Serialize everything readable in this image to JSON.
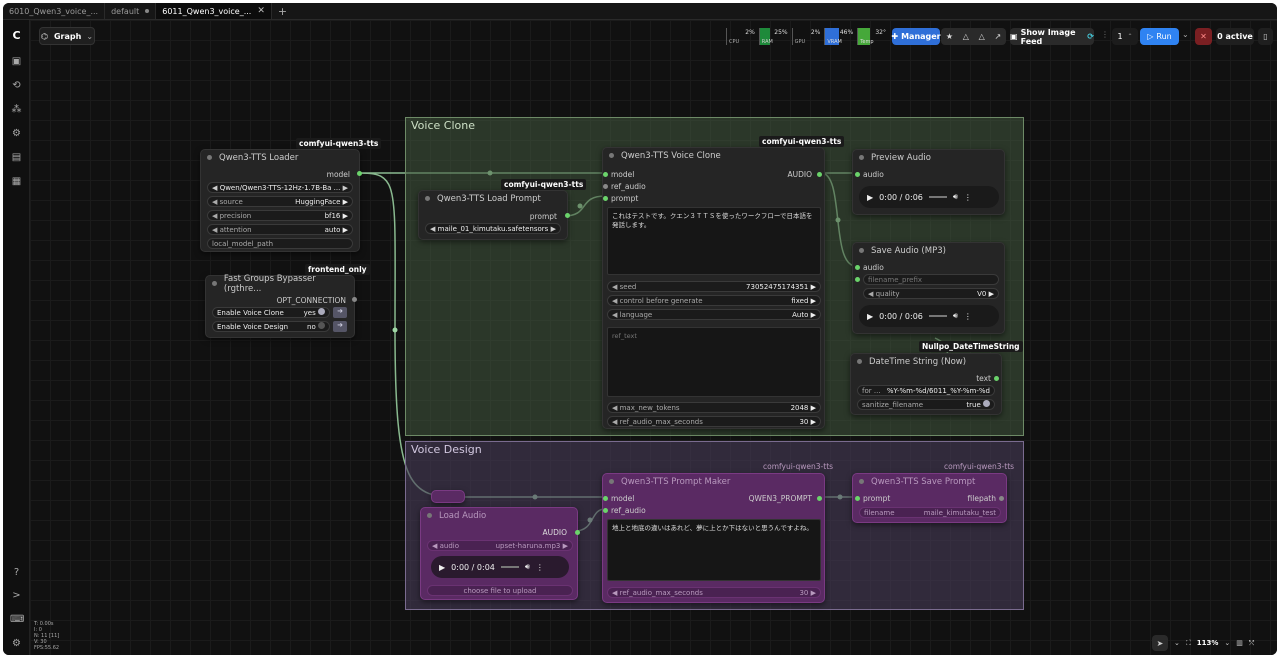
{
  "tabs": [
    {
      "label": "6010_Qwen3_voice_..."
    },
    {
      "label": "default"
    },
    {
      "label": "6011_Qwen3_voice_..."
    }
  ],
  "toolbar": {
    "graph_label": "Graph",
    "stats": [
      {
        "pct": "2%",
        "name": "CPU"
      },
      {
        "pct": "25%",
        "name": "RAM"
      },
      {
        "pct": "2%",
        "name": "GPU"
      },
      {
        "pct": "46%",
        "name": "VRAM"
      },
      {
        "pct": "32°",
        "name": "Temp"
      }
    ],
    "manager_label": "Manager",
    "image_feed_label": "Show Image Feed",
    "batch_value": "1",
    "run_label": "Run",
    "active_label": "0 active"
  },
  "colors": {
    "accent": "#2f83f2",
    "link": "#9fd7a5",
    "group_clone": "#3a4a36",
    "group_design": "#3d3448",
    "purple_node": "#5a2a63"
  },
  "groups": {
    "clone_title": "Voice Clone",
    "design_title": "Voice Design"
  },
  "nodes": {
    "loader": {
      "badge": "comfyui-qwen3-tts",
      "title": "Qwen3-TTS Loader",
      "output": "model",
      "model_value": "Qwen/Qwen3-TTS-12Hz-1.7B-Ba ...",
      "widgets": [
        {
          "label": "source",
          "value": "HuggingFace"
        },
        {
          "label": "precision",
          "value": "bf16"
        },
        {
          "label": "attention",
          "value": "auto"
        }
      ],
      "path_placeholder": "local_model_path"
    },
    "bypasser": {
      "badge": "frontend_only",
      "title": "Fast Groups Bypasser (rgthre...",
      "output": "OPT_CONNECTION",
      "rows": [
        {
          "label": "Enable Voice Clone",
          "value": "yes"
        },
        {
          "label": "Enable Voice Design",
          "value": "no"
        }
      ]
    },
    "load_prompt": {
      "badge": "comfyui-qwen3-tts",
      "title": "Qwen3-TTS Load Prompt",
      "output": "prompt",
      "file": "maile_01_kimutaku.safetensors"
    },
    "voice_clone": {
      "badge": "comfyui-qwen3-tts",
      "title": "Qwen3-TTS Voice Clone",
      "inputs": [
        "model",
        "ref_audio",
        "prompt"
      ],
      "output": "AUDIO",
      "text": "これはテストです。クエン３ＴＴＳを使ったワークフローで日本語を発話します。",
      "widgets": [
        {
          "label": "seed",
          "value": "73052475174351"
        },
        {
          "label": "control before generate",
          "value": "fixed"
        },
        {
          "label": "language",
          "value": "Auto"
        }
      ],
      "ref_text_placeholder": "ref_text",
      "widgets2": [
        {
          "label": "max_new_tokens",
          "value": "2048"
        },
        {
          "label": "ref_audio_max_seconds",
          "value": "30"
        }
      ]
    },
    "preview_audio": {
      "title": "Preview Audio",
      "input": "audio",
      "time": "0:00 / 0:06"
    },
    "save_audio": {
      "title": "Save Audio (MP3)",
      "inputs": [
        "audio"
      ],
      "prefix_placeholder": "filename_prefix",
      "quality_label": "quality",
      "quality_value": "V0",
      "time": "0:00 / 0:06"
    },
    "datetime": {
      "badge": "Nullpo_DateTimeString",
      "title": "DateTime String (Now)",
      "output": "text",
      "format_label": "for ...",
      "format_value": "%Y-%m-%d/6011_%Y-%m-%d",
      "sanitize_label": "sanitize_filename",
      "sanitize_value": "true"
    },
    "design_reroute": {},
    "load_audio": {
      "title": "Load Audio",
      "output": "AUDIO",
      "audio_label": "audio",
      "audio_value": "upset-haruna.mp3",
      "time": "0:00 / 0:04",
      "upload_label": "choose file to upload"
    },
    "design_prompt": {
      "badge": "comfyui-qwen3-tts",
      "title": "Qwen3-TTS Prompt Maker",
      "inputs": [
        "model",
        "ref_audio"
      ],
      "output": "QWEN3_PROMPT",
      "text": "地上と地底の違いはあれど、夢に上とか下はないと思うんですよね。",
      "widget_label": "ref_audio_max_seconds",
      "widget_value": "30"
    },
    "save_prompt": {
      "badge": "comfyui-qwen3-tts",
      "title": "Qwen3-TTS Save Prompt",
      "input": "prompt",
      "output": "filepath",
      "widget_label": "filename",
      "widget_value": "maile_kimutaku_test"
    }
  },
  "status": {
    "lines": [
      "T: 0.00s",
      "I: 0",
      "N: 11 [11]",
      "V: 30",
      "FPS:55.62"
    ]
  },
  "bottom": {
    "zoom": "113%"
  }
}
